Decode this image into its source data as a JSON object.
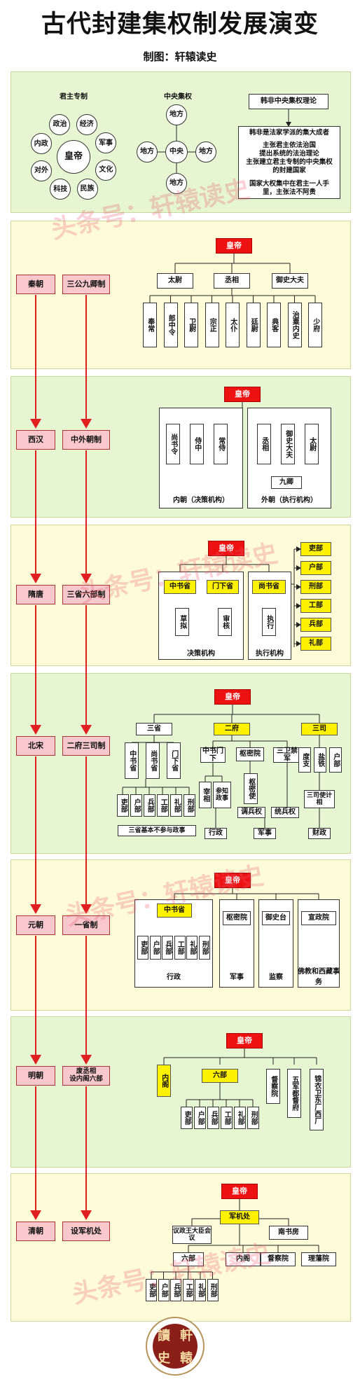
{
  "title": "古代封建集权制发展演变",
  "subtitle": "制图：轩辕读史",
  "watermark": "头条号：轩辕读史",
  "intro": {
    "autocracy": {
      "label": "君主专制",
      "center": "皇帝",
      "items": [
        "经济",
        "军事",
        "文化",
        "民族",
        "科技",
        "对外",
        "内政",
        "政治"
      ]
    },
    "centralization": {
      "label": "中央集权",
      "center": "中央",
      "items": [
        "地方",
        "地方",
        "地方",
        "地方"
      ]
    },
    "theory": {
      "title": "韩非中央集权理论",
      "lines": [
        "韩非是法家学派的集大成者",
        "主张君主依法治国",
        "提出系统的法治理论",
        "主张建立君主专制的中央集权",
        "的封建国家",
        "国家大权集中在君主一人手",
        "里，主张法不阿贵"
      ]
    }
  },
  "timeline": [
    {
      "dynasty": "秦朝",
      "system": "三公九卿制"
    },
    {
      "dynasty": "西汉",
      "system": "中外朝制"
    },
    {
      "dynasty": "隋唐",
      "system": "三省六部制"
    },
    {
      "dynasty": "北宋",
      "system": "二府三司制"
    },
    {
      "dynasty": "元朝",
      "system": "一省制"
    },
    {
      "dynasty": "明朝",
      "system": "废丞相\n设内阁六部"
    },
    {
      "dynasty": "清朝",
      "system": "设军机处"
    }
  ],
  "qin": {
    "emperor": "皇帝",
    "gongs": [
      "太尉",
      "丞相",
      "御史大夫"
    ],
    "qing": [
      "奉常",
      "郎中令",
      "卫尉",
      "宗正",
      "太仆",
      "廷尉",
      "典客",
      "治粟内史",
      "少府"
    ]
  },
  "han": {
    "emperor": "皇帝",
    "inner": [
      "尚书令",
      "侍中",
      "常侍"
    ],
    "outer": [
      "丞相",
      "御史大夫",
      "太尉"
    ],
    "nine": "九卿",
    "inner_label": "内朝（决策机构）",
    "outer_label": "外朝（执行机构）"
  },
  "tang": {
    "emperor": "皇帝",
    "zhongshu": "中书省",
    "menxia": "门下省",
    "shangshu": "尚书省",
    "draft": "草拟",
    "review": "审核",
    "execute": "执行",
    "decision_label": "决策机构",
    "exec_label": "执行机构",
    "ministries": [
      "吏部",
      "户部",
      "刑部",
      "工部",
      "兵部",
      "礼部"
    ]
  },
  "song": {
    "emperor": "皇帝",
    "sansheng": "三省",
    "erfu": "二府",
    "sansi": "三司",
    "sheng3": [
      "中书省",
      "尚书省",
      "门下省"
    ],
    "zsmx": "中书门下",
    "shumi": "枢密院",
    "sanya": "三卫禁军",
    "zaixiang": "宰相",
    "canzhi": "参知政事",
    "shumishi": "枢密使",
    "diaobing": "调兵权",
    "tongbing": "统兵权",
    "xingzheng": "行政",
    "junshi": "军事",
    "si3": [
      "度支",
      "盐铁",
      "户部"
    ],
    "sansishi": "三司使计相",
    "caizheng": "财政",
    "ministries": [
      "吏部",
      "户部",
      "兵部",
      "工部",
      "礼部",
      "刑部"
    ],
    "note": "三省基本不参与政事"
  },
  "yuan": {
    "emperor": "皇帝",
    "zhongshu": "中书省",
    "ministries": [
      "吏部",
      "户部",
      "兵部",
      "工部",
      "礼部",
      "刑部"
    ],
    "xingzheng": "行政",
    "shumi": "枢密院",
    "junshi": "军事",
    "yushi": "御史台",
    "jiancha": "监察",
    "xuanzheng": "宣政院",
    "fojiao": "佛教和西藏事务"
  },
  "ming": {
    "emperor": "皇帝",
    "neige": "内阁",
    "liubu": "六部",
    "ministries": [
      "吏部",
      "户部",
      "兵部",
      "工部",
      "礼部",
      "刑部"
    ],
    "ducha": "督察院",
    "wujun": "五军都督府",
    "jinyi": "锦衣卫东厂西厂"
  },
  "qing": {
    "emperor": "皇帝",
    "junji": "军机处",
    "yizheng": "议政王大臣会议",
    "nanshu": "南书房",
    "row": [
      "六部",
      "内阁",
      "督察院",
      "理藩院"
    ],
    "ministries": [
      "吏部",
      "户部",
      "兵部",
      "工部",
      "礼部",
      "刑部"
    ]
  },
  "seal": [
    "讀",
    "軒",
    "史",
    "轅"
  ]
}
